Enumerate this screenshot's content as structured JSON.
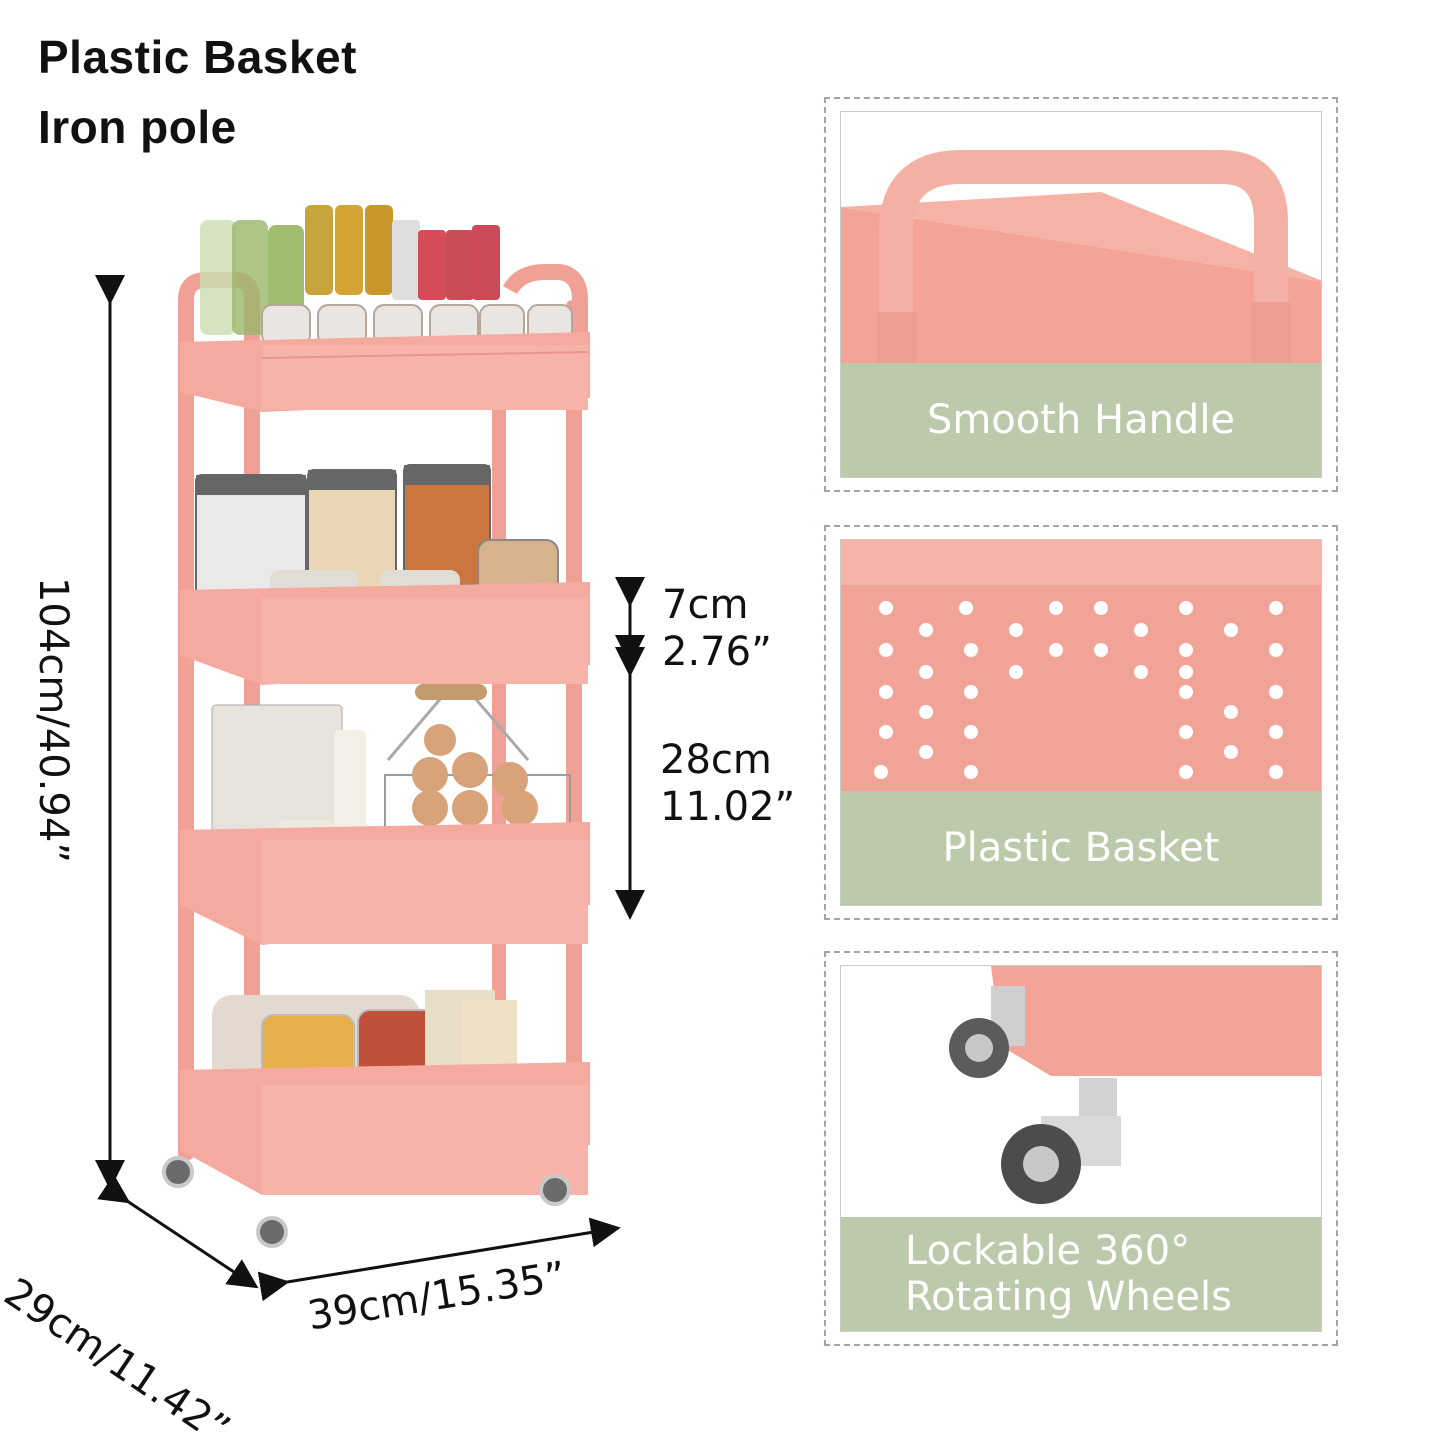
{
  "heading": {
    "line1": "Plastic Basket",
    "line2": "Iron pole"
  },
  "dimensions": {
    "height": "104cm/40.94”",
    "depth": "29cm/11.42”",
    "width": "39cm/15.35”",
    "tier_gap_top_cm": "7cm",
    "tier_gap_top_in": "2.76”",
    "tier_gap_mid_cm": "28cm",
    "tier_gap_mid_in": "11.02”"
  },
  "features": [
    {
      "label": "Smooth Handle"
    },
    {
      "label": "Plastic Basket"
    },
    {
      "label_line1": "Lockable 360°",
      "label_line2": "Rotating Wheels"
    }
  ],
  "colors": {
    "cart_pink": "#f4a89d",
    "cart_pink_dark": "#e8938a",
    "label_green": "#bcc9aa"
  }
}
